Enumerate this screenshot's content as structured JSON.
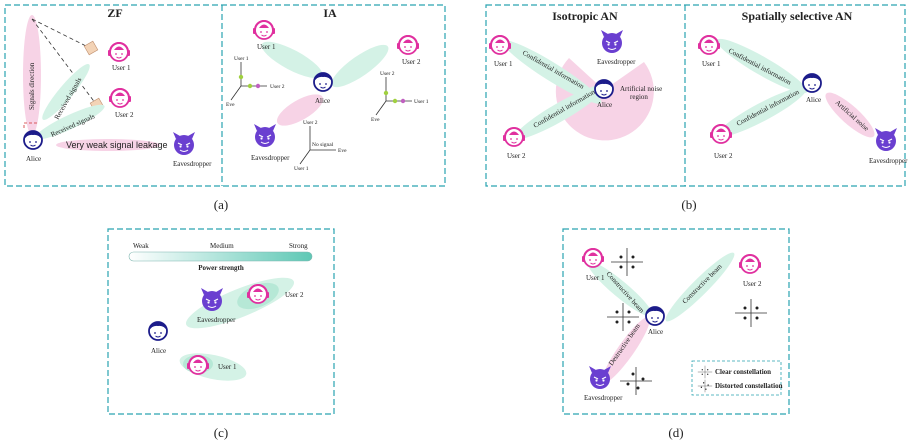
{
  "panel_a": {
    "zf": {
      "title": "ZF",
      "signals_direction": "Signals direction",
      "received_signals_1": "Received signals",
      "received_signals_2": "Received signals",
      "weak_leakage": "Very weak signal leakage",
      "user1": "User 1",
      "user2": "User 2",
      "alice": "Alice",
      "eve": "Eavesdropper"
    },
    "ia": {
      "title": "IA",
      "user1": "User 1",
      "user2": "User 2",
      "alice": "Alice",
      "eve": "Eavesdropper",
      "ax_left_user1": "User 1",
      "ax_left_user2": "User 2",
      "ax_left_eve": "Eve",
      "ax_right_user2": "User 2",
      "ax_right_user1": "User 1",
      "ax_right_eve": "Eve",
      "ax_bottom_user2": "User 2",
      "ax_bottom_eve": "Eve",
      "ax_bottom_user1": "User 1",
      "no_signal": "No signal"
    },
    "caption": "(a)"
  },
  "panel_b": {
    "iso": {
      "title": "Isotropic AN",
      "user1": "User 1",
      "user2": "User 2",
      "alice": "Alice",
      "eve": "Eavesdropper",
      "conf1": "Confidential information",
      "conf2": "Confidential information",
      "an_region_1": "Artificial noise",
      "an_region_2": "region"
    },
    "sel": {
      "title": "Spatially selective AN",
      "user1": "User 1",
      "user2": "User 2",
      "alice": "Alice",
      "eve": "Eavesdropper",
      "conf1": "Confidential information",
      "conf2": "Confidential information",
      "an": "Artificial noise"
    },
    "caption": "(b)"
  },
  "panel_c": {
    "weak": "Weak",
    "medium": "Medium",
    "strong": "Strong",
    "power": "Power strength",
    "user1": "User 1",
    "user2": "User 2",
    "alice": "Alice",
    "eve": "Eavesdropper",
    "caption": "(c)"
  },
  "panel_d": {
    "user1": "User 1",
    "user2": "User 2",
    "alice": "Alice",
    "eve": "Eavesdropper",
    "cbeam1": "Constructive beam",
    "cbeam2": "Constructive beam",
    "dbeam": "Destructive beam",
    "legend_clear": "Clear constellation",
    "legend_distorted": "Distorted constellation",
    "caption": "(d)"
  },
  "colors": {
    "frame": "#2aa3b0",
    "user": "#e0309f",
    "alice": "#1c1c8a",
    "eve": "#6a3fd0",
    "green_beam": "#d4f2e6",
    "pink_beam": "#f7d3e6",
    "gradient_start": "#ffffff",
    "gradient_end": "#5ec8b5"
  }
}
